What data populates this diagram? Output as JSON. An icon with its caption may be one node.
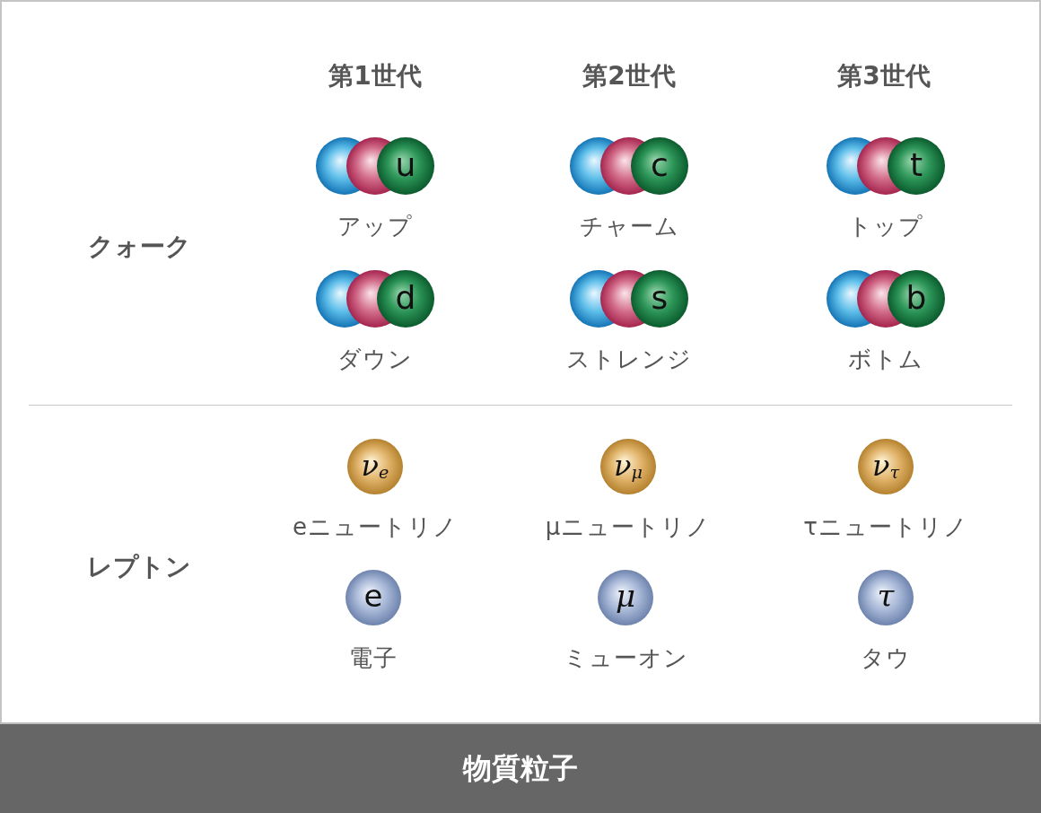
{
  "diagram": {
    "nodes": [
      {
        "text": [
          "u"
        ],
        "beside": [
          "アップ"
        ]
      },
      {
        "text": [
          "c"
        ],
        "beside": [
          "チャーム"
        ]
      },
      {
        "text": [
          "t"
        ],
        "beside": [
          "トップ"
        ]
      },
      {
        "text": [
          "d"
        ],
        "beside": [
          "ダウン"
        ]
      },
      {
        "text": [
          "s"
        ],
        "beside": [
          "ストレンジ"
        ]
      },
      {
        "text": [
          "b"
        ],
        "beside": [
          "ボトム"
        ]
      },
      {
        "text": [
          "ν$_{e}$"
        ],
        "beside": [
          "eニュートリノ"
        ]
      },
      {
        "text": [
          "ν$_{μ}$"
        ],
        "beside": [
          "μニュートリノ"
        ]
      },
      {
        "text": [
          "ν$_{τ}$"
        ],
        "beside": [
          "τニュートリノ"
        ]
      },
      {
        "text": [
          "e"
        ],
        "beside": [
          "電子"
        ]
      },
      {
        "text": [
          "μ"
        ],
        "beside": [
          "ミューオン"
        ]
      },
      {
        "text": [
          "τ"
        ],
        "beside": [
          "タウ"
        ]
      },
      {
        "text": [
          "物質粒子"
        ]
      }
    ],
    "labels": [
      "第1世代",
      "第2世代",
      "第3世代",
      "クォーク",
      "レプトン"
    ]
  }
}
